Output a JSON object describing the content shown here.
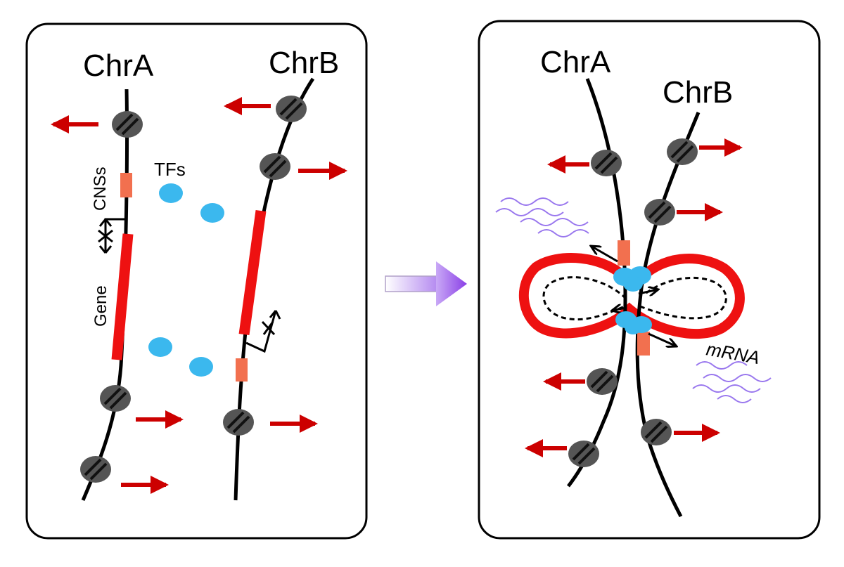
{
  "left_panel": {
    "chr_a_label": "ChrA",
    "chr_b_label": "ChrB",
    "tfs_label": "TFs",
    "cnss_label": "CNSs",
    "gene_label": "Gene"
  },
  "right_panel": {
    "chr_a_label": "ChrA",
    "chr_b_label": "ChrB",
    "mrna_label": "mRNA"
  },
  "colors": {
    "gene": "#ee1111",
    "cns": "#f2704f",
    "tf": "#3bb8ee",
    "arrow": "#cc0000",
    "nucleosome": "#555555",
    "mrna": "#9977ee",
    "transition_arrow": "#9b4dea"
  },
  "icons": {
    "nucleosome": "nucleosome-icon",
    "transcription-factor": "tf-blob-icon",
    "movement-arrow": "red-arrow-icon",
    "transition": "transition-arrow-icon"
  }
}
